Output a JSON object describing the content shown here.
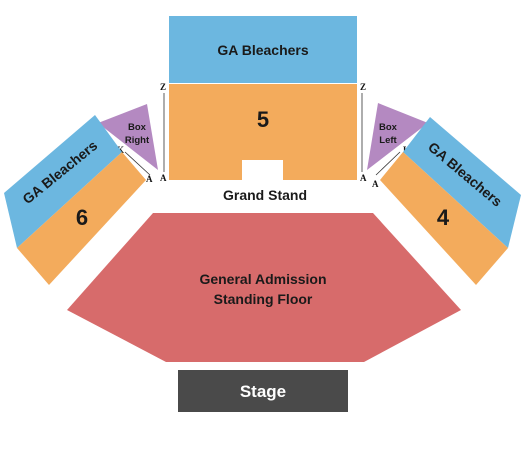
{
  "colors": {
    "bleachers": "#6cb7e0",
    "numbered_section": "#f3ab5c",
    "box": "#b489c1",
    "floor": "#d76b6b",
    "stage": "#4a4a4a"
  },
  "sections": {
    "ga_bleachers_top": "GA Bleachers",
    "ga_bleachers_left": "GA Bleachers",
    "ga_bleachers_right": "GA Bleachers",
    "section_5": "5",
    "section_6": "6",
    "section_4": "4",
    "box_right_line1": "Box",
    "box_right_line2": "Right",
    "box_left_line1": "Box",
    "box_left_line2": "Left",
    "grand_stand": "Grand Stand",
    "floor_line1": "General Admission",
    "floor_line2": "Standing Floor",
    "stage": "Stage"
  },
  "row_labels": {
    "z": "Z",
    "a": "A",
    "k": "K"
  }
}
